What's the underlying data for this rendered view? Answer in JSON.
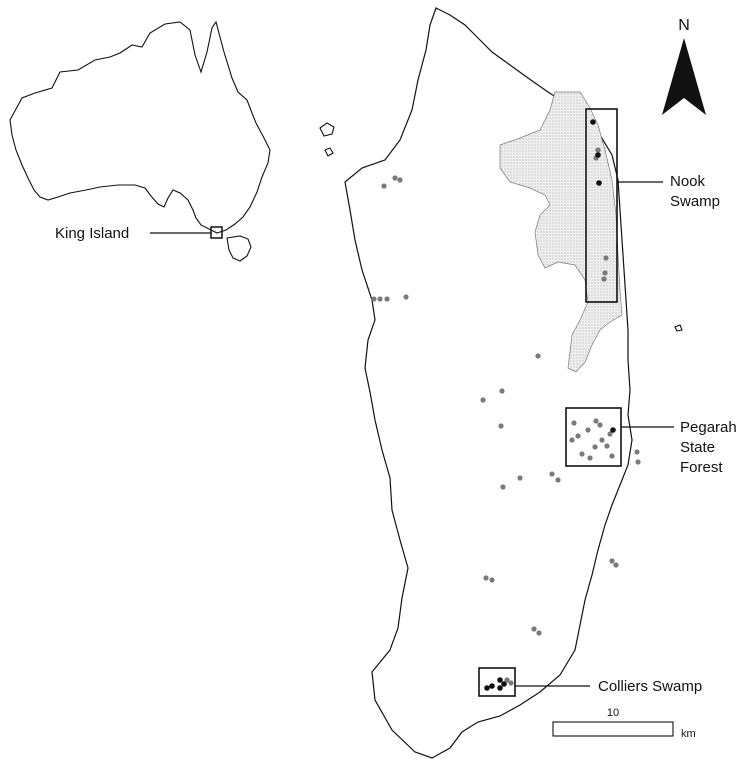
{
  "labels": {
    "king_island": "King Island",
    "nook_swamp_line1": "Nook",
    "nook_swamp_line2": "Swamp",
    "pegarah_line1": "Pegarah",
    "pegarah_line2": "State",
    "pegarah_line3": "Forest",
    "colliers_swamp": "Colliers Swamp",
    "north": "N"
  },
  "scale_bar": {
    "value": "10",
    "unit": "km"
  },
  "colors": {
    "coastline": "#111111",
    "swamp_fill": "#e4e4e4",
    "record_grey": "#7a7a7a",
    "record_black": "#111111"
  },
  "icons": {
    "north_arrow": "north-arrow-icon"
  }
}
